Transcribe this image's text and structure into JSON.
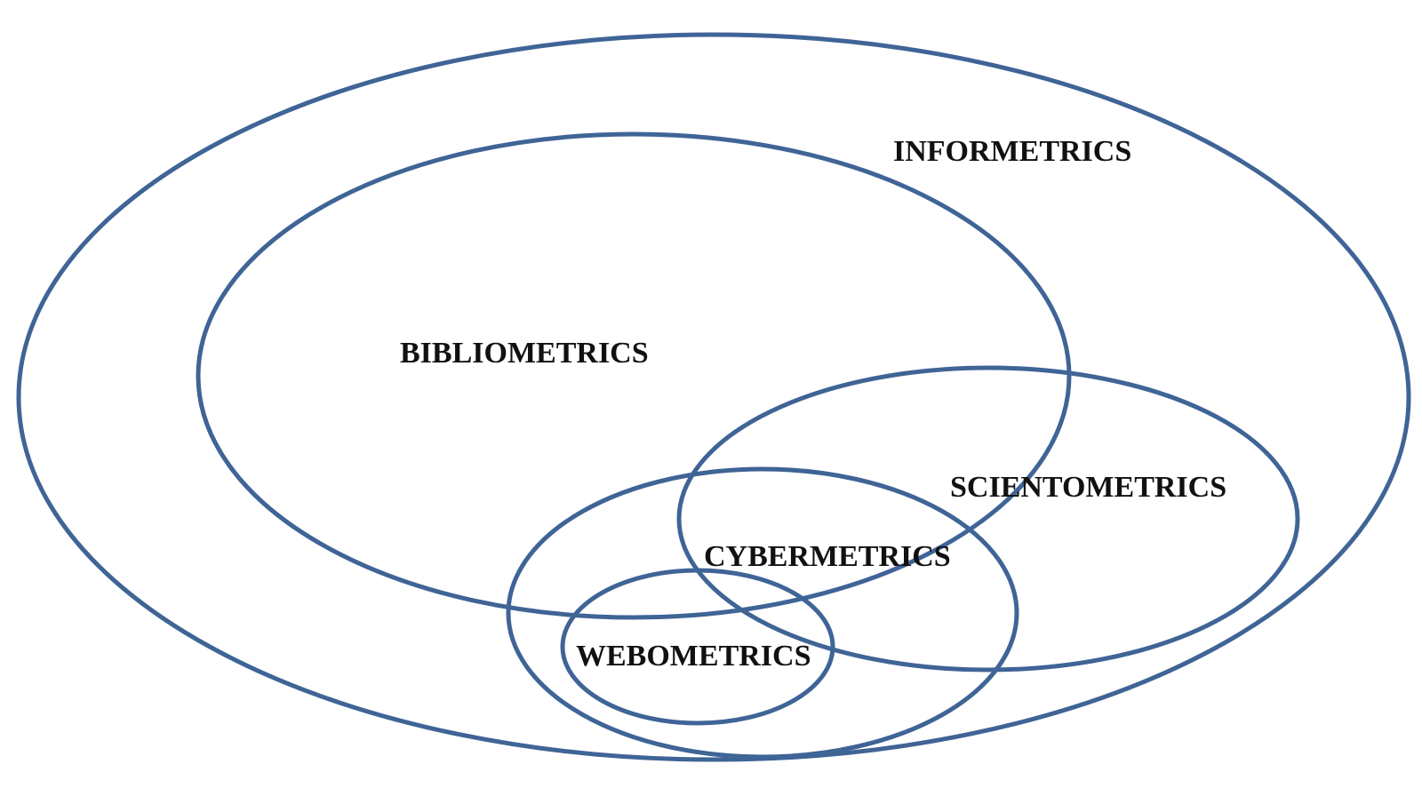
{
  "colors": {
    "outline": "#3f6496",
    "label": "#111111",
    "background": "#ffffff"
  },
  "sets": {
    "informetrics": {
      "label": "INFORMETRICS"
    },
    "bibliometrics": {
      "label": "BIBLIOMETRICS"
    },
    "scientometrics": {
      "label": "SCIENTOMETRICS"
    },
    "cybermetrics": {
      "label": "CYBERMETRICS"
    },
    "webometrics": {
      "label": "WEBOMETRICS"
    }
  }
}
